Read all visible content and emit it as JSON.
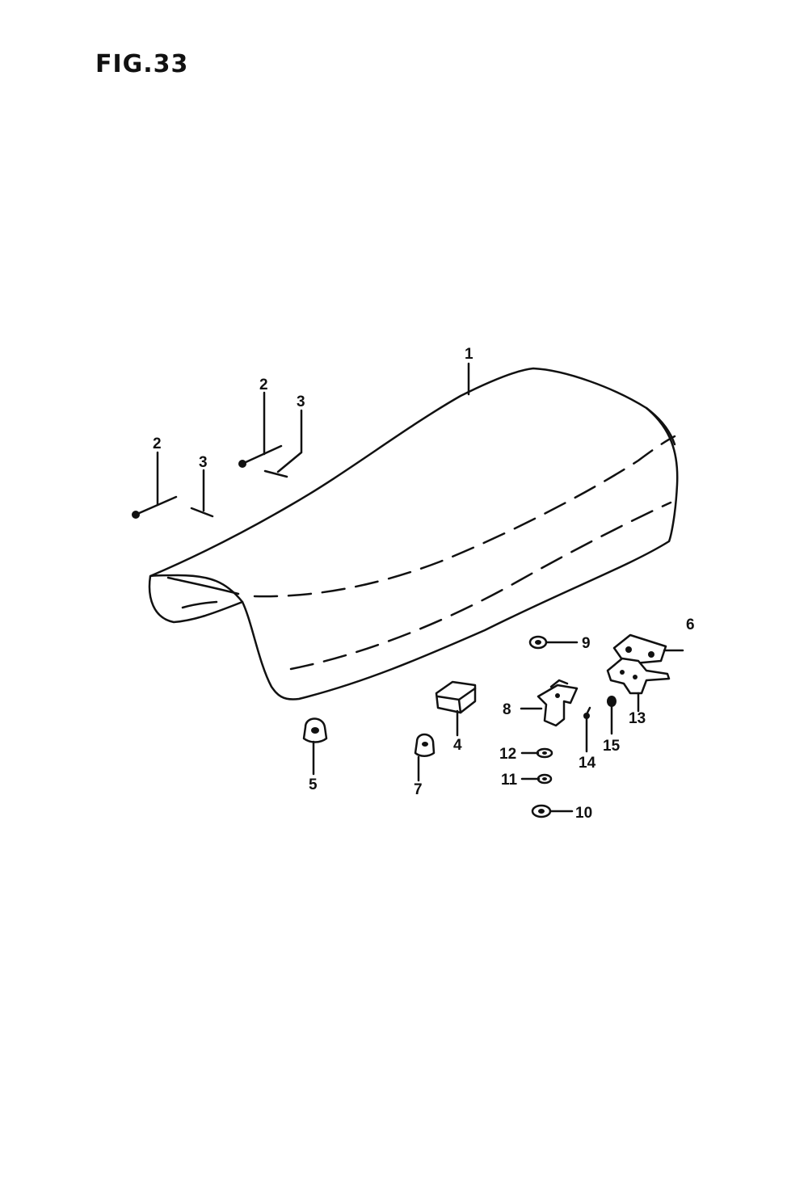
{
  "figure": {
    "title": "FIG.33"
  },
  "callouts": [
    {
      "id": "seat",
      "label": "1"
    },
    {
      "id": "bolt-a",
      "label": "2"
    },
    {
      "id": "bolt-b",
      "label": "2"
    },
    {
      "id": "pin-a",
      "label": "3"
    },
    {
      "id": "pin-b",
      "label": "3"
    },
    {
      "id": "bracket",
      "label": "4"
    },
    {
      "id": "cushion-left",
      "label": "5"
    },
    {
      "id": "plate",
      "label": "6"
    },
    {
      "id": "cushion-mid",
      "label": "7"
    },
    {
      "id": "hinge",
      "label": "8"
    },
    {
      "id": "nut-9",
      "label": "9"
    },
    {
      "id": "nut-10",
      "label": "10"
    },
    {
      "id": "washer-11",
      "label": "11"
    },
    {
      "id": "washer-12",
      "label": "12"
    },
    {
      "id": "latch",
      "label": "13"
    },
    {
      "id": "screw",
      "label": "14"
    },
    {
      "id": "rivet",
      "label": "15"
    }
  ]
}
